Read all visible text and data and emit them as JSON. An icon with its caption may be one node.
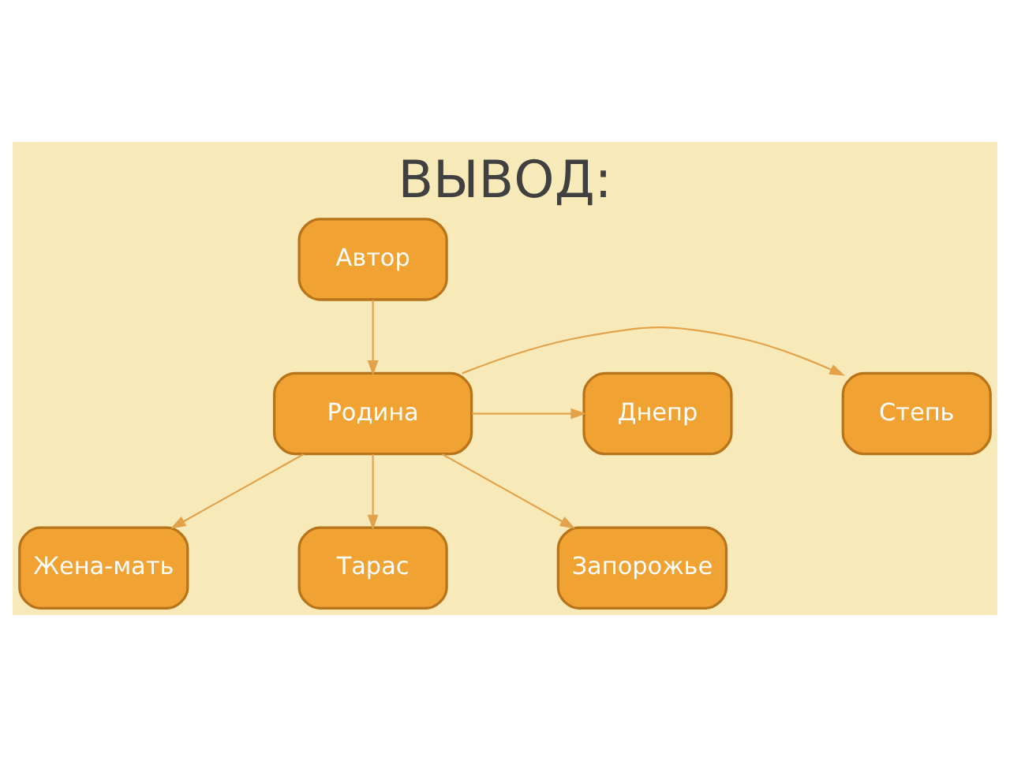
{
  "diagram": {
    "title": "ВЫВОД:",
    "nodes": [
      {
        "text": [
          "Автор"
        ]
      },
      {
        "text": [
          "Родина"
        ]
      },
      {
        "text": [
          "Степь"
        ]
      },
      {
        "text": [
          "Днепр"
        ]
      },
      {
        "text": [
          "Жена-мать"
        ]
      },
      {
        "text": [
          "Запорожье"
        ]
      },
      {
        "text": [
          "Тарас"
        ]
      }
    ],
    "edges": [
      {
        "from": 0,
        "to": 1,
        "arrow": "to"
      },
      {
        "from": 1,
        "to": 2,
        "arrow": "to"
      },
      {
        "from": 1,
        "to": 3,
        "arrow": "to"
      },
      {
        "from": 1,
        "to": 4,
        "arrow": "to"
      },
      {
        "from": 1,
        "to": 6,
        "arrow": "to"
      },
      {
        "from": 1,
        "to": 5,
        "arrow": "to"
      }
    ]
  }
}
